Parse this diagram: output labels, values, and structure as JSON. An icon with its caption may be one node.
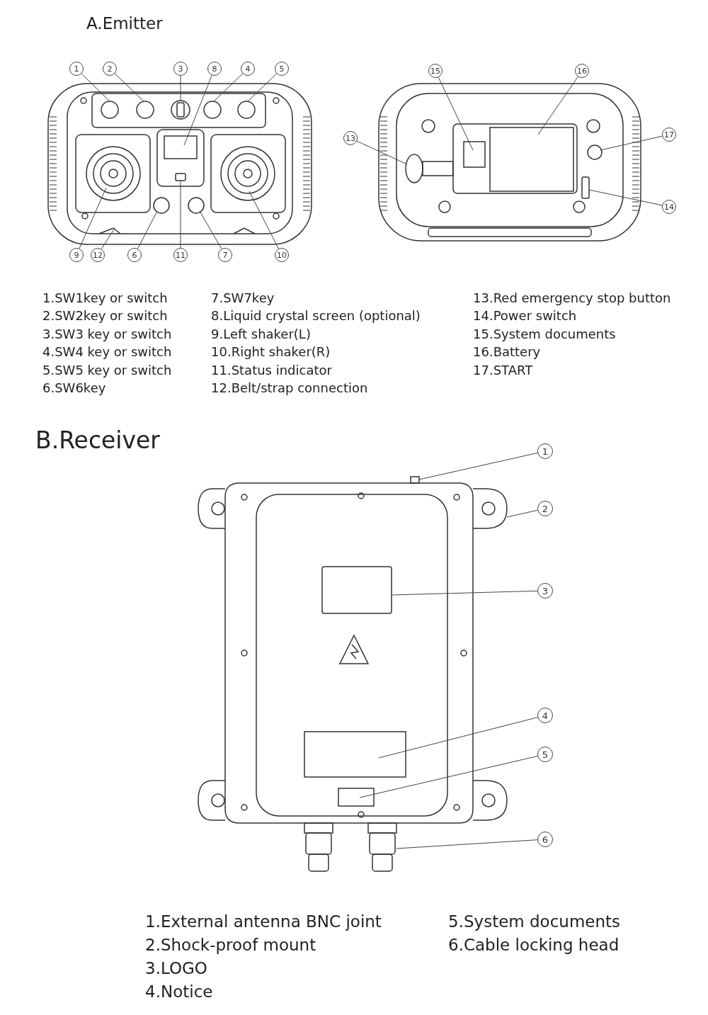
{
  "diagram": {
    "nodes": [
      {
        "text": [
          "1"
        ]
      },
      {
        "text": [
          "2"
        ]
      },
      {
        "text": [
          "3"
        ]
      },
      {
        "text": [
          "8"
        ]
      },
      {
        "text": [
          "4"
        ]
      },
      {
        "text": [
          "5"
        ]
      },
      {
        "text": [
          "15"
        ]
      },
      {
        "text": [
          "16"
        ]
      },
      {
        "text": [
          "13"
        ]
      },
      {
        "text": [
          "17"
        ]
      },
      {
        "text": [
          "14"
        ]
      },
      {
        "text": [
          "9"
        ]
      },
      {
        "text": [
          "12"
        ]
      },
      {
        "text": [
          "6"
        ]
      },
      {
        "text": [
          "11"
        ]
      },
      {
        "text": [
          "7"
        ]
      },
      {
        "text": [
          "10"
        ]
      },
      {
        "text": [
          "1"
        ]
      },
      {
        "text": [
          "2"
        ]
      },
      {
        "text": [
          "3"
        ]
      },
      {
        "text": [
          "4"
        ]
      },
      {
        "text": [
          "5"
        ]
      },
      {
        "text": [
          "6"
        ]
      }
    ],
    "edges": [
      {
        "from": 0,
        "to": null,
        "arrow": "none"
      },
      {
        "from": 1,
        "to": null,
        "arrow": "none"
      },
      {
        "from": 2,
        "to": null,
        "arrow": "none"
      },
      {
        "from": 3,
        "to": null,
        "arrow": "none"
      },
      {
        "from": 4,
        "to": null,
        "arrow": "none"
      },
      {
        "from": 5,
        "to": null,
        "arrow": "none"
      },
      {
        "from": 6,
        "to": null,
        "arrow": "none"
      },
      {
        "from": 7,
        "to": null,
        "arrow": "none"
      },
      {
        "from": 8,
        "to": null,
        "arrow": "none"
      },
      {
        "from": 9,
        "to": null,
        "arrow": "none"
      },
      {
        "from": 10,
        "to": null,
        "arrow": "none"
      },
      {
        "from": 11,
        "to": null,
        "arrow": "none"
      },
      {
        "from": 12,
        "to": null,
        "arrow": "none"
      },
      {
        "from": 13,
        "to": null,
        "arrow": "none"
      },
      {
        "from": 14,
        "to": null,
        "arrow": "none"
      },
      {
        "from": 15,
        "to": null,
        "arrow": "none"
      },
      {
        "from": 16,
        "to": null,
        "arrow": "none"
      },
      {
        "from": 17,
        "to": null,
        "arrow": "none"
      },
      {
        "from": 18,
        "to": null,
        "arrow": "none"
      },
      {
        "from": 19,
        "to": null,
        "arrow": "none"
      },
      {
        "from": 20,
        "to": null,
        "arrow": "none"
      },
      {
        "from": 21,
        "to": null,
        "arrow": "none"
      },
      {
        "from": 22,
        "to": null,
        "arrow": "none"
      }
    ],
    "labels": [
      "A.Emitter",
      "1.SW1key or switch",
      "2.SW2key or switch",
      "3.SW3 key or switch",
      "4.SW4 key or switch",
      "5.SW5 key or switch",
      "6.SW6key",
      "7.SW7key",
      "8.Liquid crystal screen (optional)",
      "9.Left shaker(L)",
      "10.Right shaker(R)",
      "11.Status indicator",
      "12.Belt/strap connection",
      "13.Red emergency stop button",
      "14.Power switch",
      "15.System documents",
      "16.Battery",
      "17.START",
      "B.Receiver",
      "1.External antenna BNC joint",
      "2.Shock-proof mount",
      "3.LOGO",
      "4.Notice",
      "5.System documents",
      "6.Cable locking head"
    ]
  }
}
